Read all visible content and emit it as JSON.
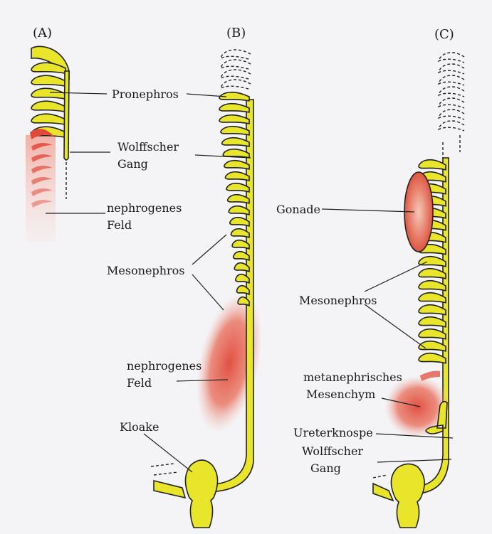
{
  "panels": [
    "(A)",
    "(B)",
    "(C)"
  ],
  "labels": {
    "pronephros": "Pronephros",
    "wolff_line1": "Wolffscher",
    "wolff_line2": "Gang",
    "nephro_line1": "nephrogenes",
    "nephro_line2": "Feld",
    "mesonephros_b": "Mesonephros",
    "nephro_b_line1": "nephrogenes",
    "nephro_b_line2": "Feld",
    "kloake": "Kloake",
    "gonade": "Gonade",
    "mesonephros_c": "Mesonephros",
    "meta_line1": "metanephrisches",
    "meta_line2": "Mesenchym",
    "ureterknospe": "Ureterknospe",
    "wolff_c_line1": "Wolffscher",
    "wolff_c_line2": "Gang"
  },
  "colors": {
    "duct": "#e9e52a",
    "mesenchyme": "#e0483a",
    "outline": "#222222",
    "background": "#f4f3f6"
  }
}
